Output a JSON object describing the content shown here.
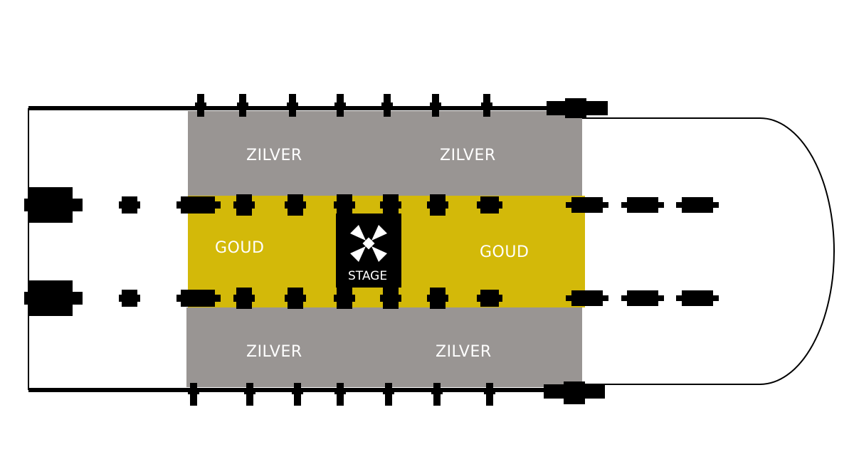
{
  "colors": {
    "zilver": "#999593",
    "goud": "#d3b909",
    "stage": "#000000",
    "structure": "#000000",
    "label": "#ffffff"
  },
  "zones": {
    "zilver_top_left": "ZILVER",
    "zilver_top_right": "ZILVER",
    "goud_left": "GOUD",
    "goud_right": "GOUD",
    "zilver_bottom_left": "ZILVER",
    "zilver_bottom_right": "ZILVER"
  },
  "stage": {
    "label": "STAGE",
    "icon": "pinwheel-logo-icon"
  }
}
